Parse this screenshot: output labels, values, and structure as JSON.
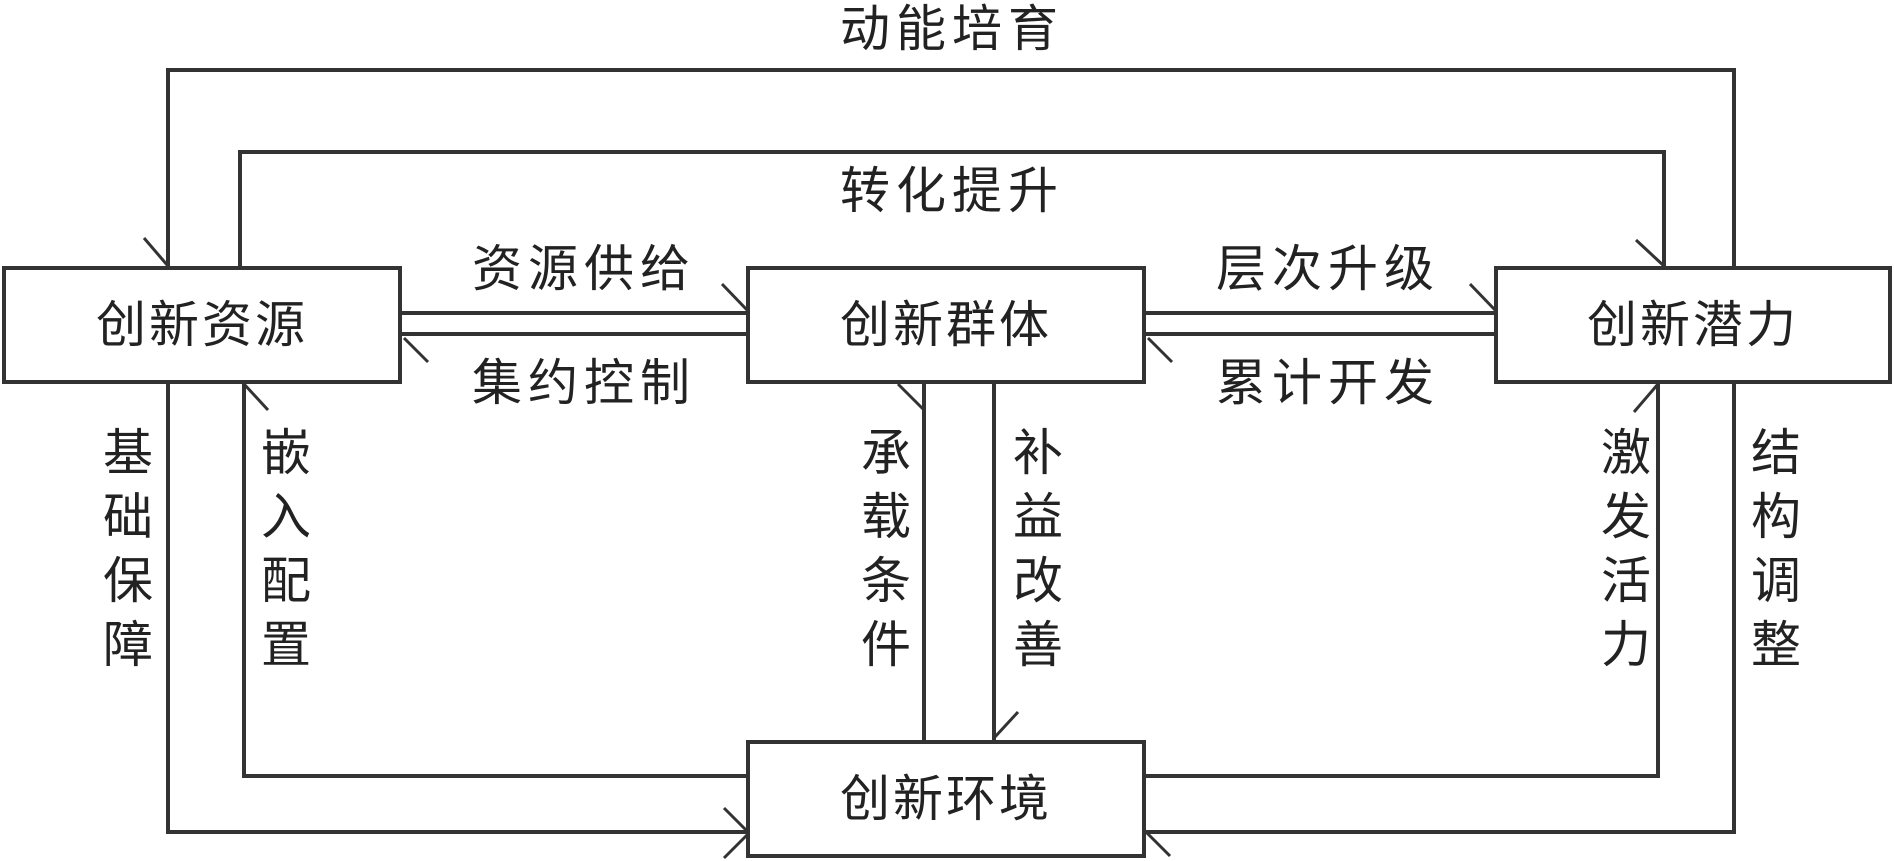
{
  "nodes": {
    "resource": "创新资源",
    "group": "创新群体",
    "potential": "创新潜力",
    "environment": "创新环境"
  },
  "edges": {
    "outer_top": "动能培育",
    "inner_top": "转化提升",
    "resource_to_group": "资源供给",
    "group_to_resource": "集约控制",
    "group_to_potential": "层次升级",
    "potential_to_group": "累计开发",
    "outer_left": "基础保障",
    "inner_left": "嵌入配置",
    "env_to_group": "承载条件",
    "group_to_env": "补益改善",
    "inner_right": "激发活力",
    "outer_right": "结构调整"
  }
}
